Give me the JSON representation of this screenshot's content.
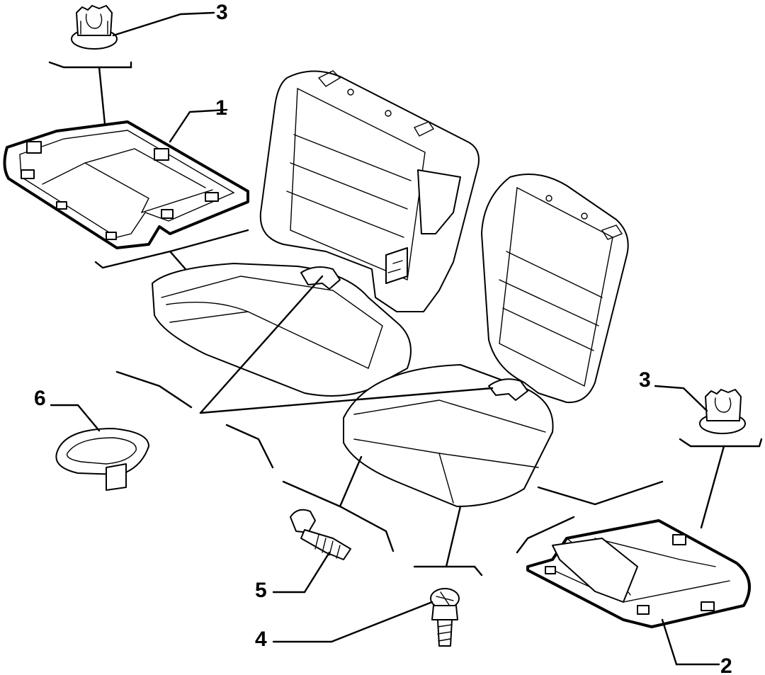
{
  "callouts": [
    {
      "id": "num-3-top",
      "label": "3"
    },
    {
      "id": "num-1",
      "label": "1"
    },
    {
      "id": "num-3-right",
      "label": "3"
    },
    {
      "id": "num-6",
      "label": "6"
    },
    {
      "id": "num-5",
      "label": "5"
    },
    {
      "id": "num-4",
      "label": "4"
    },
    {
      "id": "num-2",
      "label": "2"
    }
  ]
}
